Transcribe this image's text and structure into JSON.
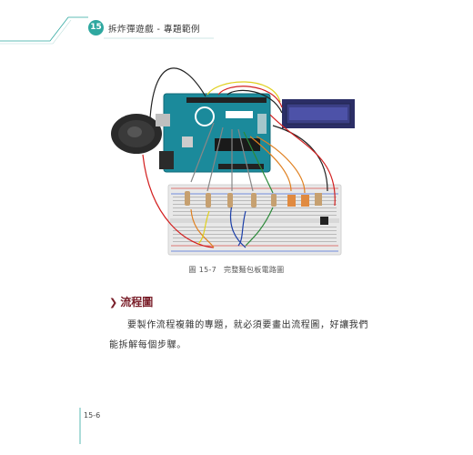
{
  "header": {
    "chapter_number": "15",
    "chapter_title": "拆炸彈遊戲 - 專題範例",
    "accent": "#2fa8a0"
  },
  "figure": {
    "number": "圖 15-7",
    "caption": "完整麵包板電路圖",
    "board_colors": {
      "arduino": "#1b8a9b",
      "lcd_screen": "#3b3f86",
      "breadboard": "#e6e6e6",
      "rail_red": "#d9534f",
      "rail_blue": "#4a6fd8"
    }
  },
  "section": {
    "title": "流程圖",
    "color": "#7a1f2a",
    "body": "要製作流程複雜的專題，就必須要畫出流程圖，好讓我們能拆解每個步驟。"
  },
  "footer": {
    "page_number": "15-6"
  }
}
